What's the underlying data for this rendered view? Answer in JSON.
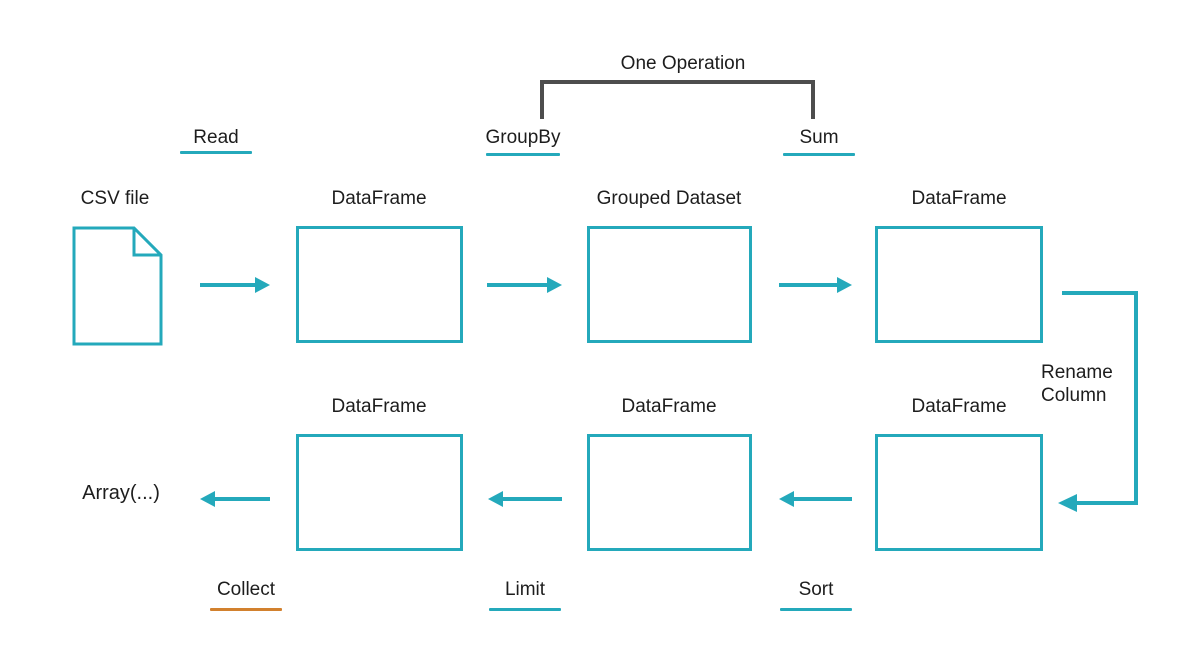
{
  "colors": {
    "teal": "#24a9bb",
    "orange": "#d2812e",
    "bracket": "#4d4d4d",
    "text": "#1d1d1d",
    "background": "#ffffff"
  },
  "bracket": {
    "label": "One Operation"
  },
  "operations": {
    "read": "Read",
    "groupby": "GroupBy",
    "sum": "Sum",
    "rename": {
      "line1": "Rename",
      "line2": "Column"
    },
    "sort": "Sort",
    "limit": "Limit",
    "collect": "Collect"
  },
  "nodes": {
    "csv": "CSV file",
    "df_top_1": "DataFrame",
    "grouped": "Grouped Dataset",
    "df_top_2": "DataFrame",
    "df_bottom_right": "DataFrame",
    "df_bottom_mid": "DataFrame",
    "df_bottom_left": "DataFrame",
    "array": "Array(...)"
  }
}
